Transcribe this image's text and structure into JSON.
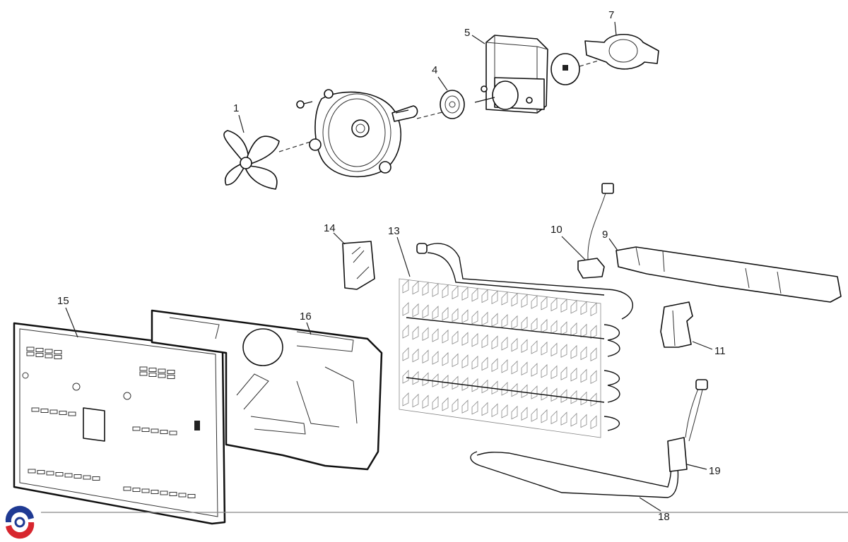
{
  "diagram": {
    "type": "exploded-parts-view",
    "subject": "Refrigerator evaporator assembly",
    "callouts": [
      {
        "id": "1",
        "part": "fan-blade"
      },
      {
        "id": "4",
        "part": "motor-grommet"
      },
      {
        "id": "5",
        "part": "evaporator-fan-motor"
      },
      {
        "id": "7",
        "part": "motor-bracket"
      },
      {
        "id": "9",
        "part": "drain-trough"
      },
      {
        "id": "10",
        "part": "defrost-thermostat"
      },
      {
        "id": "11",
        "part": "evaporator-clip"
      },
      {
        "id": "13",
        "part": "evaporator-coil"
      },
      {
        "id": "14",
        "part": "foam-block"
      },
      {
        "id": "15",
        "part": "evaporator-cover-panel"
      },
      {
        "id": "16",
        "part": "foam-air-duct"
      },
      {
        "id": "18",
        "part": "defrost-heater"
      },
      {
        "id": "19",
        "part": "heater-harness-connector"
      }
    ]
  },
  "branding": {
    "logo": "circular-swirl-logo",
    "colors": {
      "primary": "#1f3a93",
      "secondary": "#d7262e"
    }
  },
  "footer": {
    "rule": true
  }
}
